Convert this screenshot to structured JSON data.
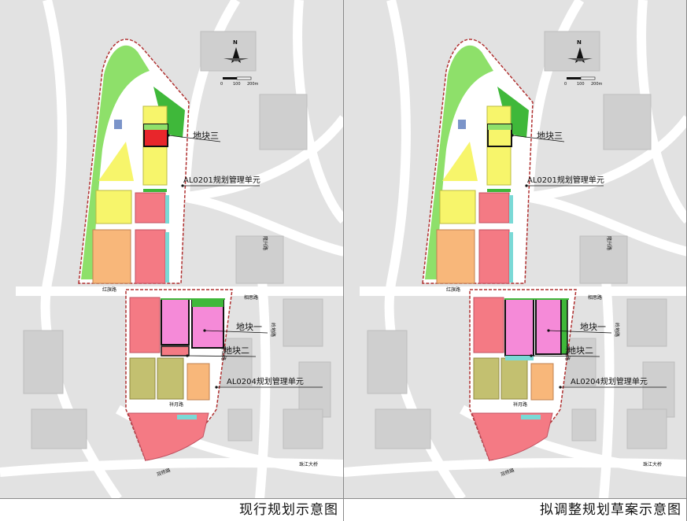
{
  "colors": {
    "road_bg": "#d8d8d8",
    "road": "#ffffff",
    "green": "#8ee06a",
    "green_dark": "#3fb83a",
    "yellow": "#f7f56b",
    "orange": "#f8b77a",
    "pink": "#f47a84",
    "magenta": "#f58ad8",
    "olive": "#c3c070",
    "cyan": "#7ad9d6",
    "blue": "#7b94c9",
    "red": "#e8262b",
    "boundary": "#b03030"
  },
  "labels": {
    "parcel3": "地块三",
    "parcel1": "地块一",
    "parcel2": "地块二",
    "unit_a": "AL0201规划管理单元",
    "unit_b": "AL0204规划管理单元"
  },
  "roads": {
    "r1": "红旗路",
    "r2": "相思路",
    "r3": "隆兴路",
    "r4": "岭地路",
    "r5": "祥月路",
    "r6": "珠江大桥",
    "r7": "双桥路",
    "r8": "坪山路"
  },
  "scale": {
    "n": "N",
    "t0": "0",
    "t1": "100",
    "t2": "200m"
  },
  "panels": [
    {
      "id": "current",
      "caption": "现行规划示意图"
    },
    {
      "id": "proposed",
      "caption": "拟调整规划草案示意图"
    }
  ]
}
